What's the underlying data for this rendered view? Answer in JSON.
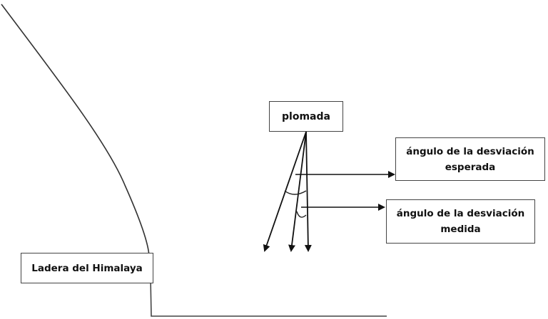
{
  "diagram": {
    "labels": {
      "plumb": "plomada",
      "expected_line1": "ángulo de la desviación",
      "expected_line2": "esperada",
      "measured_line1": "ángulo de la desviación",
      "measured_line2": "medida",
      "slope": "Ladera del Himalaya"
    },
    "colors": {
      "stroke": "#333333",
      "box_border": "#444444",
      "text": "#111111",
      "background": "#ffffff"
    }
  }
}
